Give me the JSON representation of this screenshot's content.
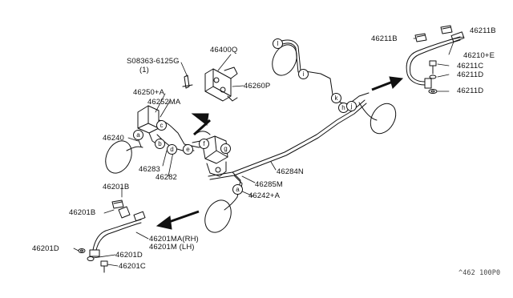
{
  "labels": {
    "p46400Q": "46400Q",
    "bolt_code": "S08363-6125G",
    "bolt_qty": "(1)",
    "p46260P": "46260P",
    "p46250A": "46250+A",
    "p46252MA": "46252MA",
    "p46240": "46240",
    "p46283": "46283",
    "p46282": "46282",
    "p46284N": "46284N",
    "p46285M": "46285M",
    "p46242A": "46242+A",
    "p46211B_a": "46211B",
    "p46211B_b": "46211B",
    "p46210E": "46210+E",
    "p46211C": "46211C",
    "p46211D_a": "46211D",
    "p46211D_b": "46211D",
    "p46201B_a": "46201B",
    "p46201B_b": "46201B",
    "p46201MA": "46201MA(RH)",
    "p46201M": "46201M (LH)",
    "p46201D_a": "46201D",
    "p46201D_b": "46201D",
    "p46201C": "46201C",
    "ref_code": "^462 100P0"
  },
  "callouts": {
    "a1": "a",
    "a2": "a",
    "b": "b",
    "c": "c",
    "d": "d",
    "e": "e",
    "f": "f",
    "g": "g",
    "h": "h",
    "i": "i",
    "j": "j",
    "k": "k",
    "l": "l"
  }
}
